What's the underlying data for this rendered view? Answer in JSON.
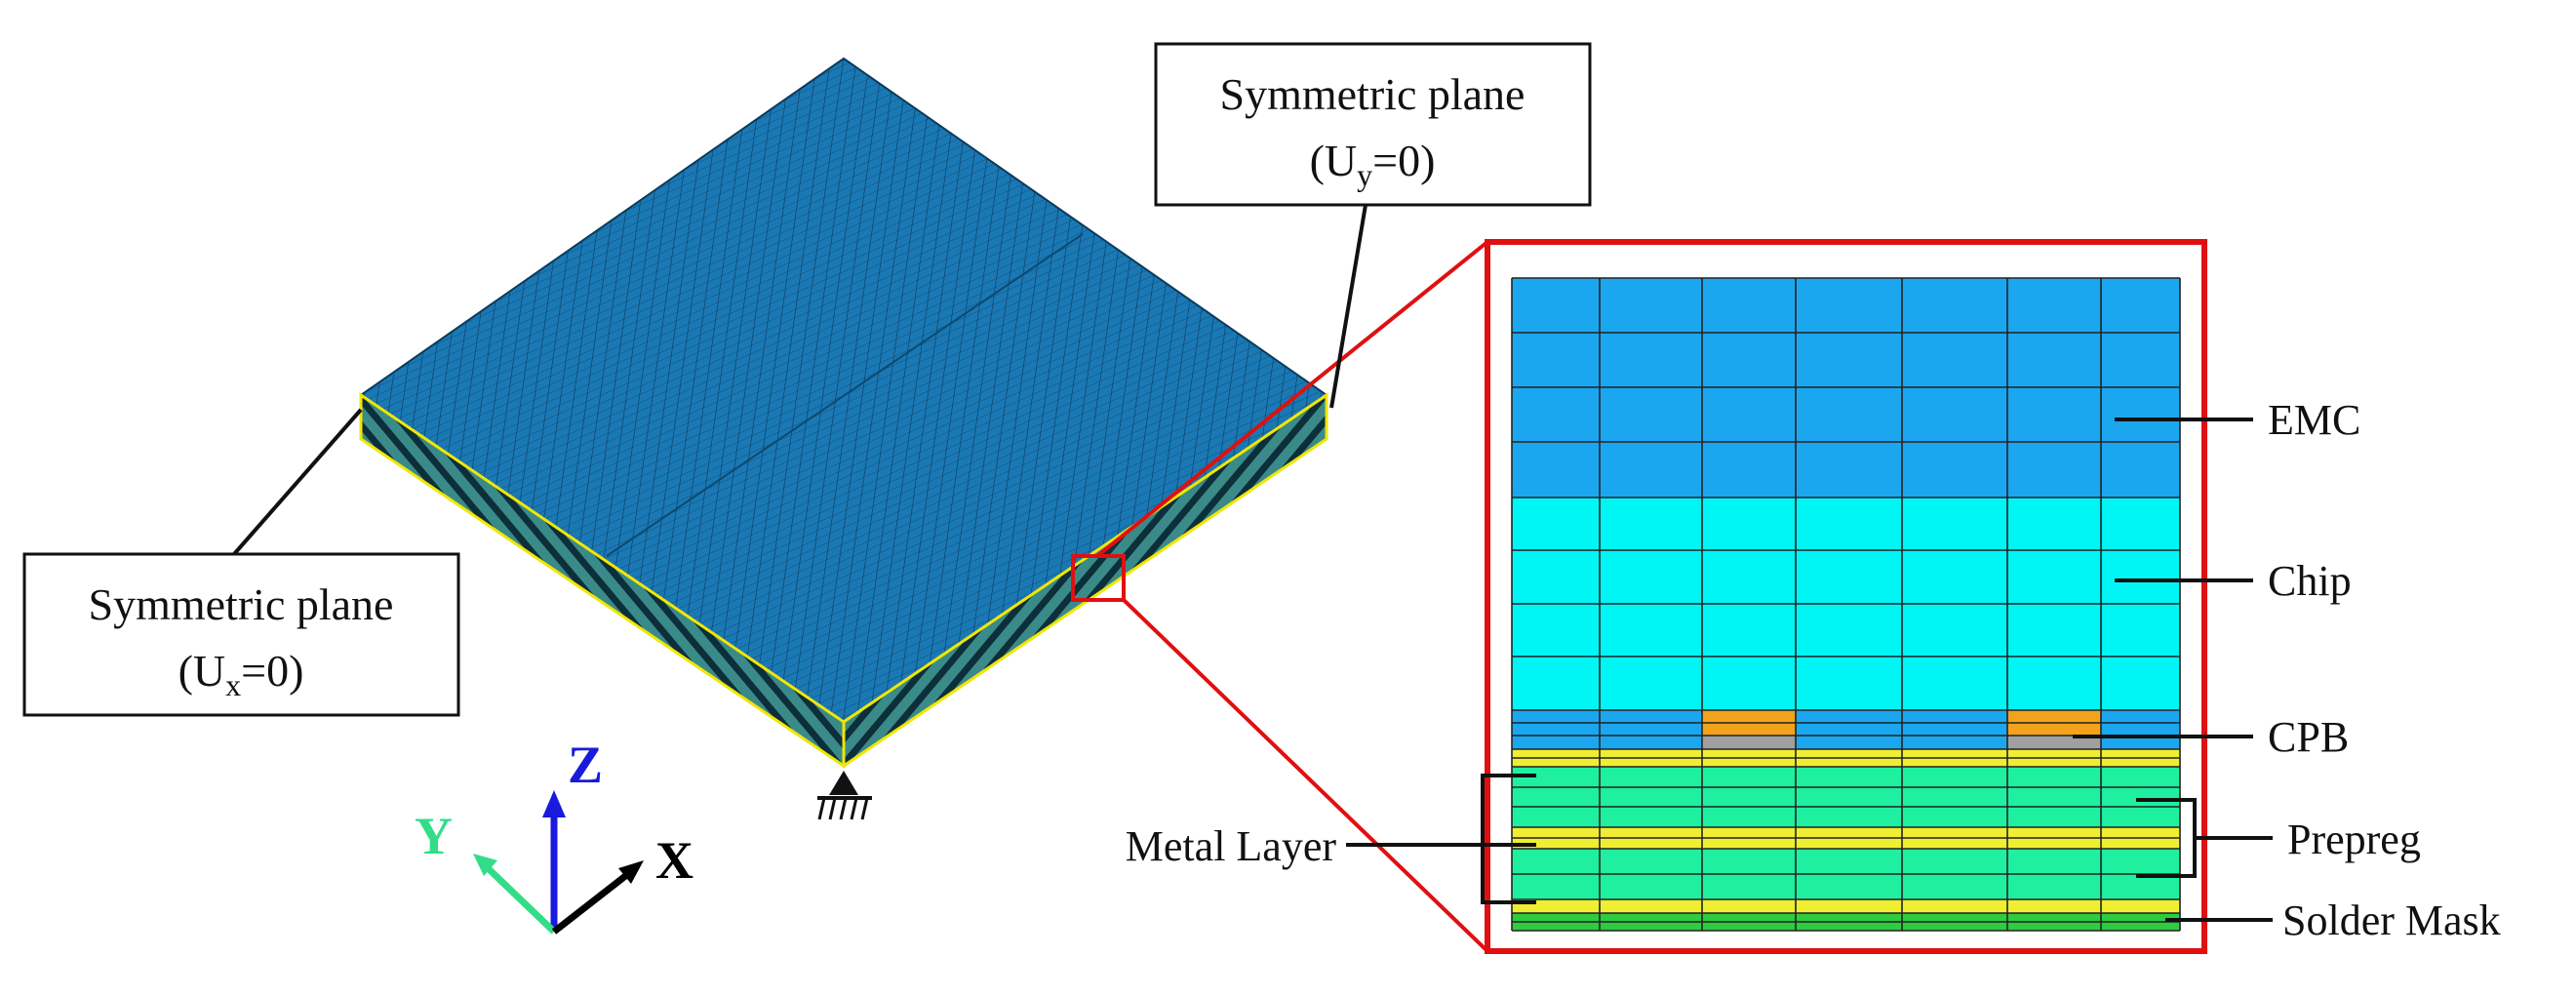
{
  "callouts": {
    "top_line1": "Symmetric plane",
    "top_line2_pre": "(U",
    "top_line2_sub": "y",
    "top_line2_post": "=0)",
    "left_line1": "Symmetric plane",
    "left_line2_pre": "(U",
    "left_line2_sub": "x",
    "left_line2_post": "=0)"
  },
  "axes": {
    "z": "Z",
    "y": "Y",
    "x": "X"
  },
  "layer_labels": {
    "emc": "EMC",
    "chip": "Chip",
    "cpb": "CPB",
    "prepreg": "Prepreg",
    "solder_mask": "Solder Mask",
    "metal_layer": "Metal Layer"
  },
  "colors": {
    "mesh_top": "#1a78b4",
    "mesh_side": "#3a8a8a",
    "mesh_edge_highlight": "#f2e600",
    "zoom_frame": "#e01010",
    "emc": "#1ba7f0",
    "chip": "#00f5f5",
    "cpb": "#f2a31b",
    "cpb_under": "#a0a0a0",
    "metal": "#f0ee33",
    "prepreg": "#1ef0a0",
    "solder_mask": "#2ecc40",
    "axis_z": "#1a1adc",
    "axis_y": "#33dd88",
    "axis_x": "#000000"
  }
}
